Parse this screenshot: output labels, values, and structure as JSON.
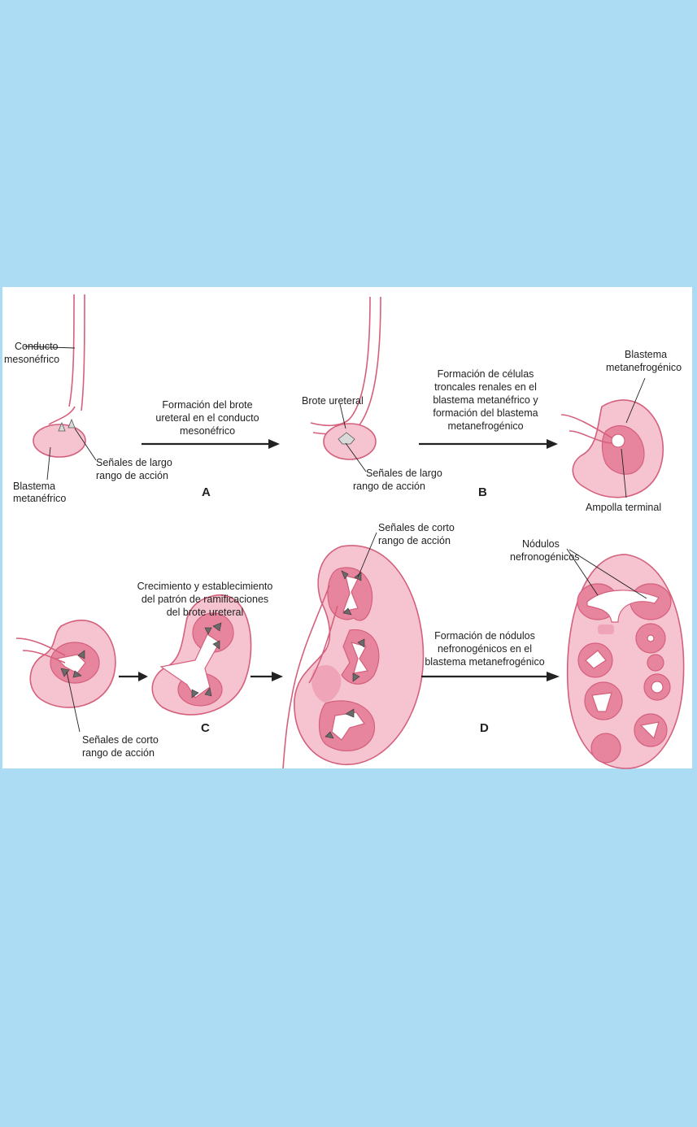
{
  "colors": {
    "background": "#acdcf4",
    "panel": "#ffffff",
    "tissue_light": "#f6c4d0",
    "tissue_dark": "#e8859e",
    "outline": "#d4607c"
  },
  "labels": {
    "conducto": "Conducto",
    "mesonefrico": "mesonéfrico",
    "blastema": "Blastema",
    "metanefrico": "metanéfrico",
    "senales_largo_1": "Señales de largo",
    "rango_accion_1": "rango de acción",
    "brote_ureteral": "Brote ureteral",
    "senales_largo_2": "Señales de largo",
    "rango_accion_2": "rango de acción",
    "blastema_2": "Blastema",
    "metanefrogenico": "metanefrogénico",
    "ampolla_terminal": "Ampolla terminal",
    "senales_corto_1": "Señales de corto",
    "rango_accion_3": "rango de acción",
    "senales_corto_2": "Señales de corto",
    "rango_accion_4": "rango de acción",
    "nodulos": "Nódulos",
    "nefronogenicos": "nefronogénicos"
  },
  "captions": {
    "a": [
      "Formación del brote",
      "ureteral en el conducto",
      "mesonéfrico"
    ],
    "b": [
      "Formación de células",
      "troncales renales en el",
      "blastema metanéfrico y",
      "formación del blastema",
      "metanefrogénico"
    ],
    "c": [
      "Crecimiento y establecimiento",
      "del patrón de ramificaciones",
      "del brote ureteral"
    ],
    "d": [
      "Formación de nódulos",
      "nefronogénicos en el",
      "blastema metanefrogénico"
    ]
  },
  "panels": {
    "a": "A",
    "b": "B",
    "c": "C",
    "d": "D"
  }
}
